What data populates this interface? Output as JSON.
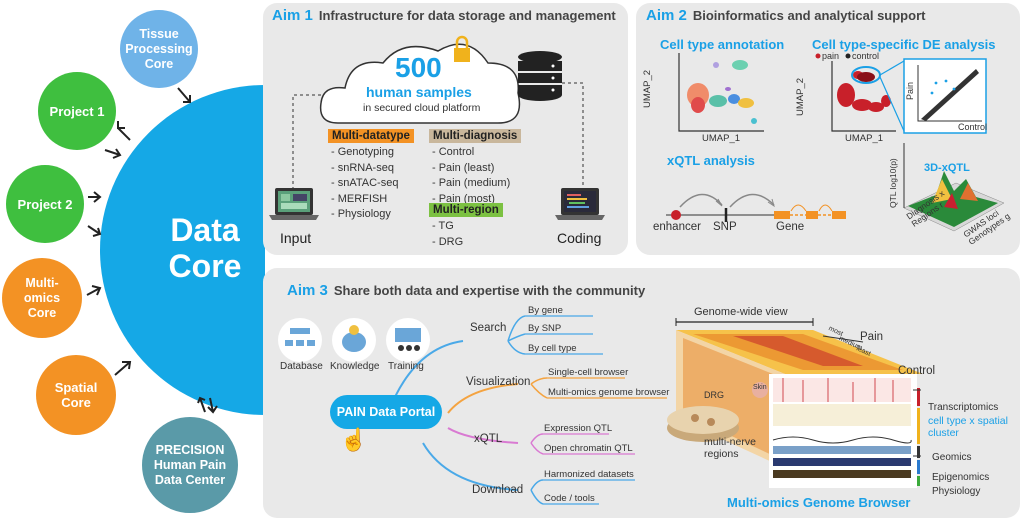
{
  "core": {
    "title_line1": "Data",
    "title_line2": "Core"
  },
  "satellites": {
    "tissue": "Tissue Processing Core",
    "project1": "Project 1",
    "project2": "Project 2",
    "multiomics": "Multi-omics Core",
    "spatial": "Spatial Core",
    "precision": "PRECISION Human Pain Data Center"
  },
  "aim1": {
    "num": "Aim 1",
    "title": "Infrastructure for data storage and management",
    "count": "500",
    "samples": "human samples",
    "cloud_sub": "in secured cloud platform",
    "multidatatype_header": "Multi-datatype",
    "multidatatype_items": [
      "- Genotyping",
      "- snRNA-seq",
      "- snATAC-seq",
      "- MERFISH",
      "- Physiology"
    ],
    "multidiagnosis_header": "Multi-diagnosis",
    "multidiagnosis_items": [
      "- Control",
      "- Pain (least)",
      "- Pain (medium)",
      "- Pain (most)"
    ],
    "multiregion_header": "Multi-region",
    "multiregion_items": [
      "- TG",
      "- DRG"
    ],
    "input_label": "Input",
    "coding_label": "Coding"
  },
  "aim2": {
    "num": "Aim 2",
    "title": "Bioinformatics and analytical support",
    "celltype_title": "Cell type annotation",
    "de_title": "Cell type-specific DE analysis",
    "umap2": "UMAP_2",
    "umap1": "UMAP_1",
    "legend_pain": "pain",
    "legend_control": "control",
    "scatter_y": "Pain",
    "scatter_x": "Control",
    "xqtl_title": "xQTL analysis",
    "enhancer": "enhancer",
    "snp": "SNP",
    "gene": "Gene",
    "xqtl3d_title": "3D-xQTL",
    "axis_qtl": "QTL log10(p)",
    "axis_diag": "Diagnosis x Regions r",
    "axis_gwas": "GWAS loci Genotypes g"
  },
  "aim3": {
    "num": "Aim 3",
    "title": "Share both data and expertise with the community",
    "icons": [
      "Database",
      "Knowledge",
      "Training"
    ],
    "portal": "PAIN Data Portal",
    "branches": [
      {
        "label": "Search",
        "items": [
          "By gene",
          "By SNP",
          "By cell type"
        ],
        "color": "#4aa9e8"
      },
      {
        "label": "Visualization",
        "items": [
          "Single-cell browser",
          "Multi-omics genome browser"
        ],
        "color": "#f4a340"
      },
      {
        "label": "xQTL",
        "items": [
          "Expression QTL",
          "Open chromatin QTL"
        ],
        "color": "#d97ad2"
      },
      {
        "label": "Download",
        "items": [
          "Harmonized datasets",
          "Code / tools"
        ],
        "color": "#4aa9e8"
      }
    ],
    "genome_wide": "Genome-wide view",
    "pain": "Pain",
    "control": "Control",
    "most": "most",
    "medium": "medium",
    "least": "least",
    "drg": "DRG",
    "skin": "Skin",
    "multinerve": "multi-nerve regions",
    "tracks": [
      "Transcriptomics",
      "cell type x spatial cluster",
      "Geomics",
      "Epigenomics",
      "Physiology"
    ],
    "browser_title": "Multi-omics Genome Browser"
  },
  "colors": {
    "core_blue": "#15a8e6",
    "green": "#3fbf3f",
    "orange": "#f39224",
    "lightblue": "#6fb3e8",
    "teal": "#5a9aa8",
    "panel": "#e9e9e9",
    "accent": "#1aa0e6"
  }
}
